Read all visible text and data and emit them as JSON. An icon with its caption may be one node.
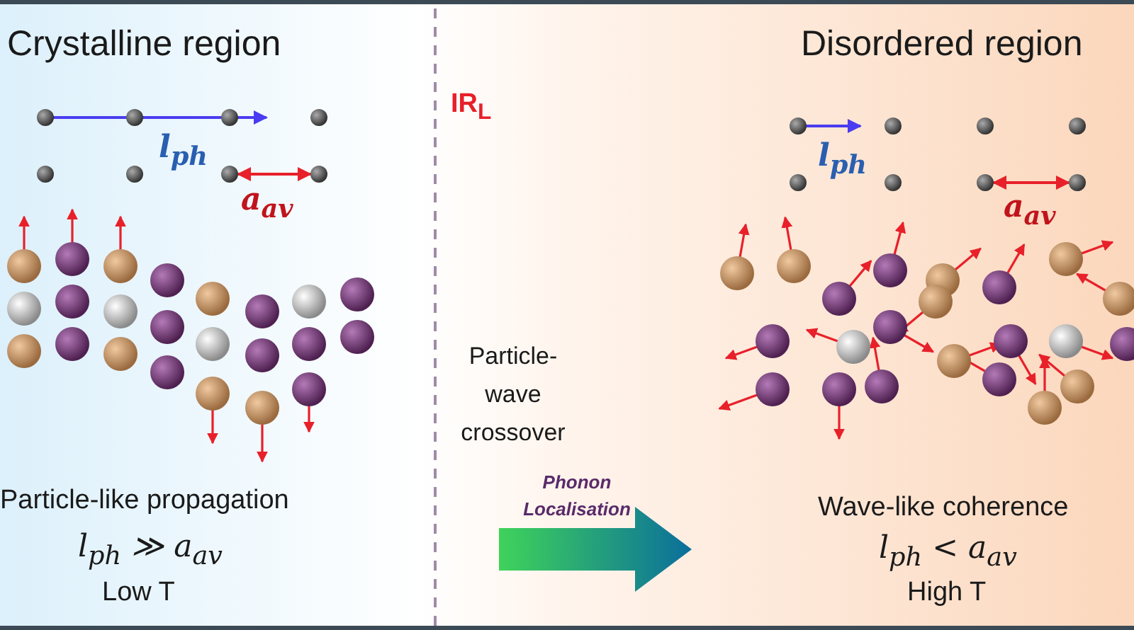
{
  "diagram": {
    "labels": [
      "Crystalline region",
      "l$_{ph}$",
      "a$_{av}$",
      "IR$_{L}$",
      "Disordered region",
      "l$_{ph}$",
      "a$_{av}$",
      "Particle-wave crossover",
      "Particle-like propagation",
      "l$_{ph}$ ≫ a$_{av}$",
      "Low T",
      "Phonon Localisation",
      "Wave-like coherence",
      "l$_{ph}$ < a$_{av}$",
      "High T"
    ]
  }
}
